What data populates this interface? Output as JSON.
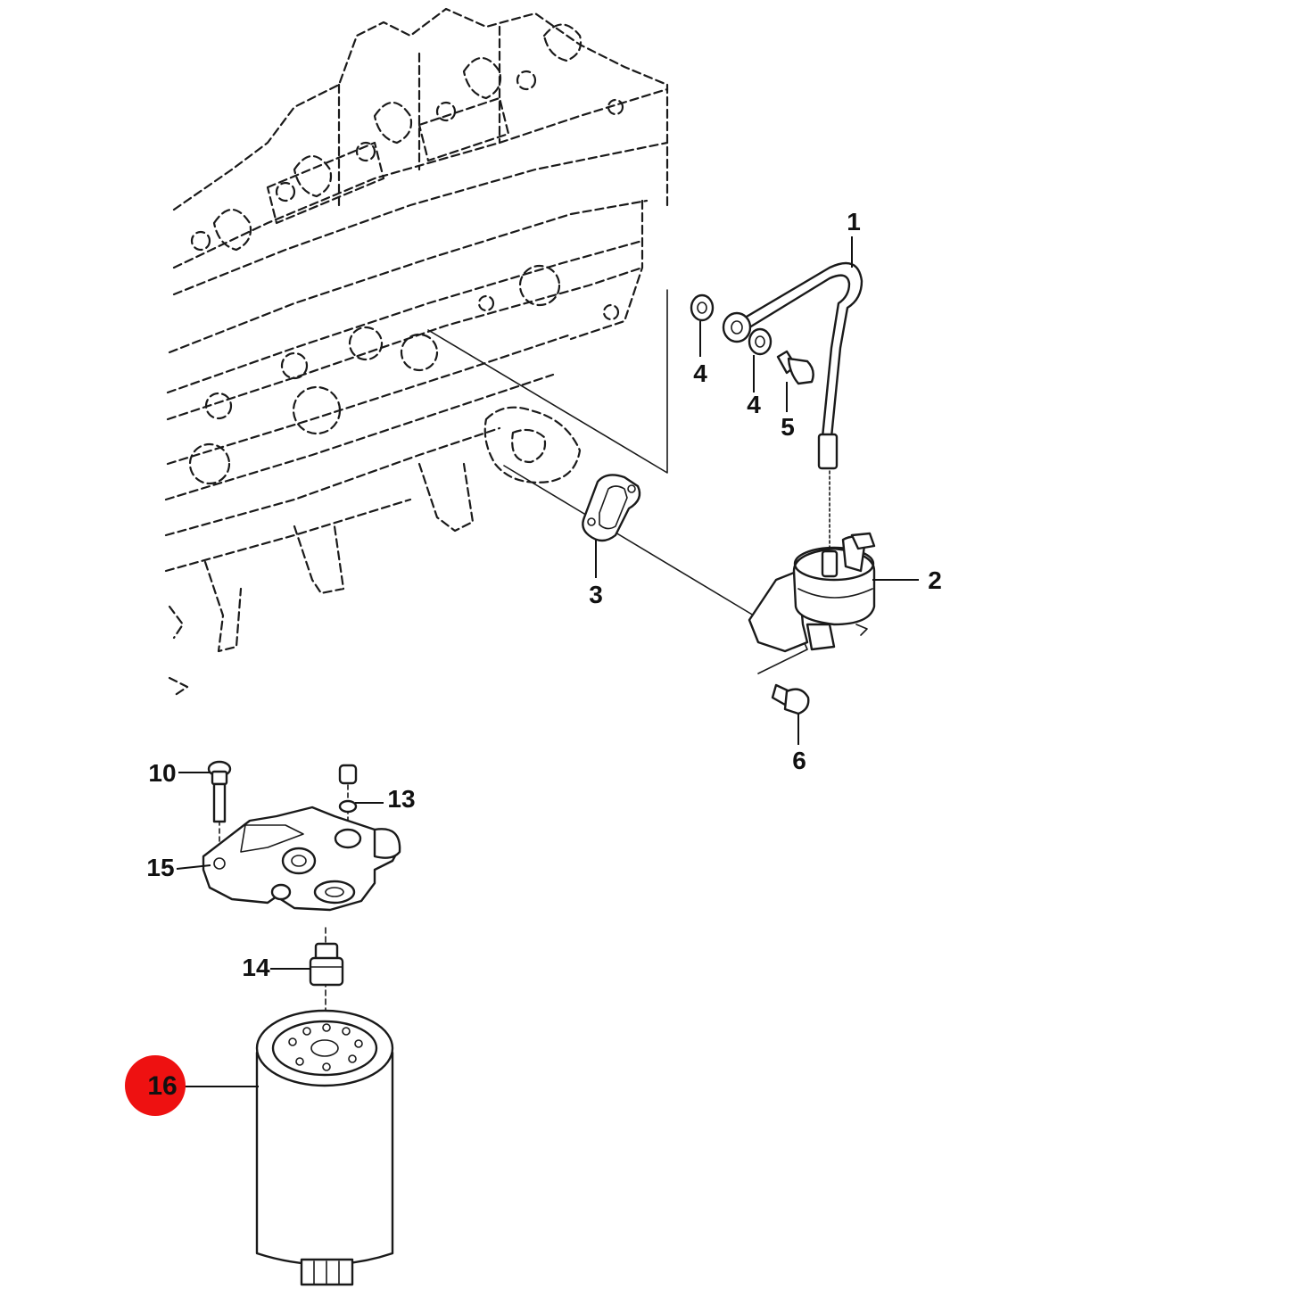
{
  "highlight_color": "#ee1111",
  "callouts": {
    "c1": "1",
    "c2": "2",
    "c3": "3",
    "c4a": "4",
    "c4b": "4",
    "c5": "5",
    "c6": "6",
    "c10": "10",
    "c13": "13",
    "c14": "14",
    "c15": "15",
    "c16": "16"
  }
}
